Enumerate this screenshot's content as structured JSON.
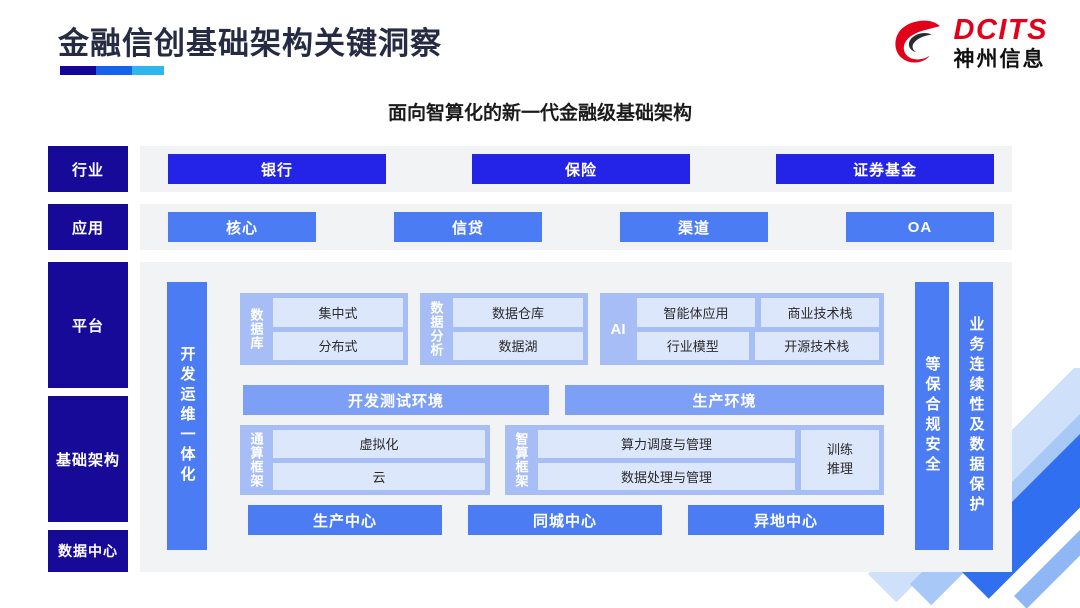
{
  "header": {
    "title": "金融信创基础架构关键洞察",
    "subtitle": "面向智算化的新一代金融级基础架构",
    "logo_en": "DCITS",
    "logo_cn": "神州信息",
    "accent_navy": "#180a99",
    "accent_blue": "#2424e8",
    "accent_light_blue": "#4b7cf3",
    "logo_red": "#e2001a"
  },
  "layers": {
    "industry": "行业",
    "application": "应用",
    "platform": "平台",
    "infrastructure": "基础架构",
    "datacenter": "数据中心"
  },
  "industry_row": {
    "items": [
      {
        "label": "银行"
      },
      {
        "label": "保险"
      },
      {
        "label": "证券基金"
      }
    ]
  },
  "application_row": {
    "items": [
      {
        "label": "核心"
      },
      {
        "label": "信贷"
      },
      {
        "label": "渠道"
      },
      {
        "label": "OA"
      }
    ]
  },
  "vertical_bars": {
    "devops": "开发运维一体化",
    "security": "等保合规安全",
    "continuity": "业务连续性及数据保护"
  },
  "platform_groups": [
    {
      "name": "数据库",
      "rows": [
        [
          "集中式"
        ],
        [
          "分布式"
        ]
      ]
    },
    {
      "name": "数据分析",
      "rows": [
        [
          "数据仓库"
        ],
        [
          "数据湖"
        ]
      ]
    },
    {
      "name": "AI",
      "rows": [
        [
          "智能体应用",
          "商业技术栈"
        ],
        [
          "行业模型",
          "开源技术栈"
        ]
      ]
    }
  ],
  "environments": [
    {
      "label": "开发测试环境"
    },
    {
      "label": "生产环境"
    }
  ],
  "compute_groups": [
    {
      "name": "通算框架",
      "rows": [
        [
          "虚拟化"
        ],
        [
          "云"
        ]
      ],
      "side": null
    },
    {
      "name": "智算框架",
      "rows": [
        [
          "算力调度与管理"
        ],
        [
          "数据处理与管理"
        ]
      ],
      "side_line1": "训练",
      "side_line2": "推理"
    }
  ],
  "datacenters": [
    {
      "label": "生产中心"
    },
    {
      "label": "同城中心"
    },
    {
      "label": "异地中心"
    }
  ]
}
